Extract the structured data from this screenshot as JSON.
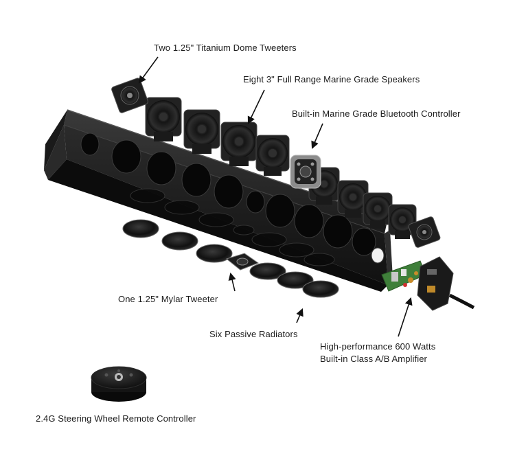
{
  "colors": {
    "background": "#ffffff",
    "speaker_body": "#2a2a2a",
    "speaker_cone": "#1a1a1a",
    "circuit_board": "#3f7f3a"
  },
  "callouts": {
    "tweeters_dome": "Two 1.25\" Titanium Dome Tweeters",
    "full_range": "Eight 3\" Full Range Marine Grade Speakers",
    "bluetooth": "Built-in Marine Grade Bluetooth Controller",
    "mylar_tweeter": "One 1.25\" Mylar Tweeter",
    "radiators": "Six Passive Radiators",
    "amplifier_line1": "High-performance 600 Watts",
    "amplifier_line2": "Built-in Class A/B Amplifier",
    "remote": "2.4G Steering Wheel Remote Controller"
  },
  "icons": {
    "arrow": "arrow-icon",
    "bluetooth_controller": "bluetooth-controller-icon",
    "remote": "remote-controller-icon"
  }
}
